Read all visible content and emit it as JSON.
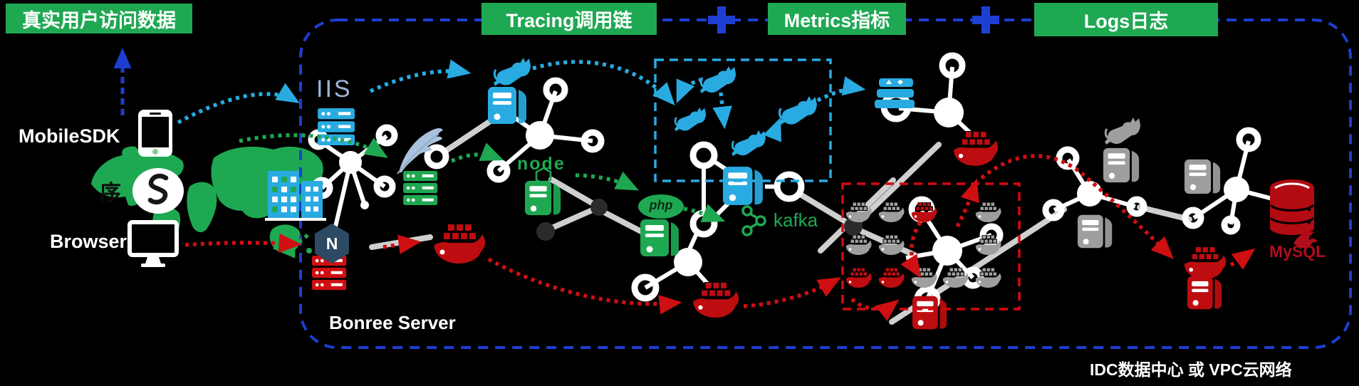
{
  "headers": {
    "real_user_data": "真实用户访问数据",
    "tracing": "Tracing调用链",
    "metrics": "Metrics指标",
    "logs": "Logs日志"
  },
  "left_panel": {
    "mobile_sdk_label": "MobileSDK",
    "browser_label": "Browser",
    "map_overlay_char": "序"
  },
  "zones": {
    "bonree_server": "Bonree Server",
    "idc_vpc": "IDC数据中心 或 VPC云网络"
  },
  "tech": {
    "iis": "IIS",
    "nginx_initial": "N",
    "node": "node",
    "php": "php",
    "kafka": "kafka",
    "mysql": "MySQL"
  },
  "colors": {
    "header_green": "#1fa852",
    "cyan_flow": "#29abe2",
    "royal_blue_border": "#1e3ed2",
    "red_flow": "#cf0f12",
    "gray_icon": "#9e9e9e",
    "feather_blue": "#a9c3dc",
    "iis_blue": "#9cb8d8",
    "mysql_red": "#b00d1c",
    "background": "#000000"
  },
  "icons": {
    "smartphone-icon": "white rounded phone with dark screen",
    "monitor-icon": "white outlined display with stand",
    "world-map": "green continent blobs",
    "mini-program-logo": "white ellipse with black S curve",
    "datacenter-building-icon": "blue building with window grid",
    "server-rack-icon": "three stacked rack bays with dots",
    "server-tower-icon": "tower case with side flap, bars and dot",
    "tomcat-cat-icon": "leaping cat silhouette",
    "apache-feather-icon": "curved quill feather",
    "nginx-icon": "dark hexagon with N",
    "nodejs-hexagon-icon": "small outlined hexagon",
    "php-icon": "green ellipse badge",
    "kafka-icon": "linked outlined circles",
    "docker-whale-icon": "whale carrying containers",
    "layer-stack-icon": "three stacked blue layers",
    "mysql-database-icon": "stacked red cylinders",
    "mysql-dolphin-icon": "red dolphin swoosh",
    "topology-node": "white molecule network cluster"
  }
}
